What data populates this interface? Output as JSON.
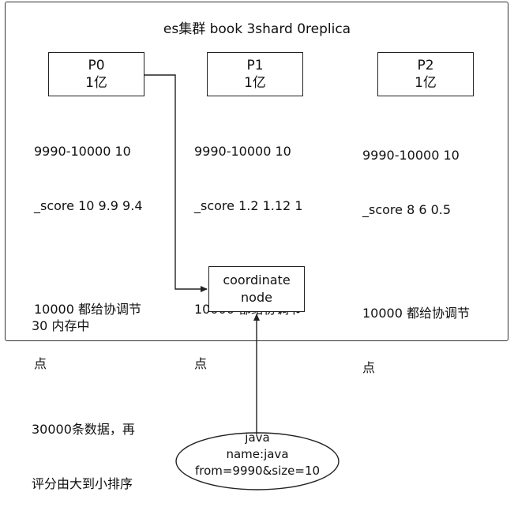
{
  "cluster": {
    "title": "es集群 book 3shard 0replica"
  },
  "shards": [
    {
      "name": "P0",
      "count": "1亿",
      "stats_line1": "9990-10000 10",
      "stats_line2": "_score 10 9.9 9.4",
      "send_line1": "10000 都给协调节",
      "send_line2": "点"
    },
    {
      "name": "P1",
      "count": "1亿",
      "stats_line1": "9990-10000 10",
      "stats_line2": "_score 1.2 1.12 1",
      "send_line1": "10000 都给协调节",
      "send_line2": "点"
    },
    {
      "name": "P2",
      "count": "1亿",
      "stats_line1": "9990-10000 10",
      "stats_line2": "_score 8 6 0.5",
      "send_line1": "10000 都给协调节",
      "send_line2": "点"
    }
  ],
  "coordinate_node": {
    "line1": "coordinate",
    "line2": "node"
  },
  "memory_note": {
    "line1": "30 内存中",
    "line2": "30000条数据，再",
    "line3": "评分由大到小排序"
  },
  "client": {
    "line1": "java",
    "line2": "name:java",
    "line3": "from=9990&size=10"
  }
}
